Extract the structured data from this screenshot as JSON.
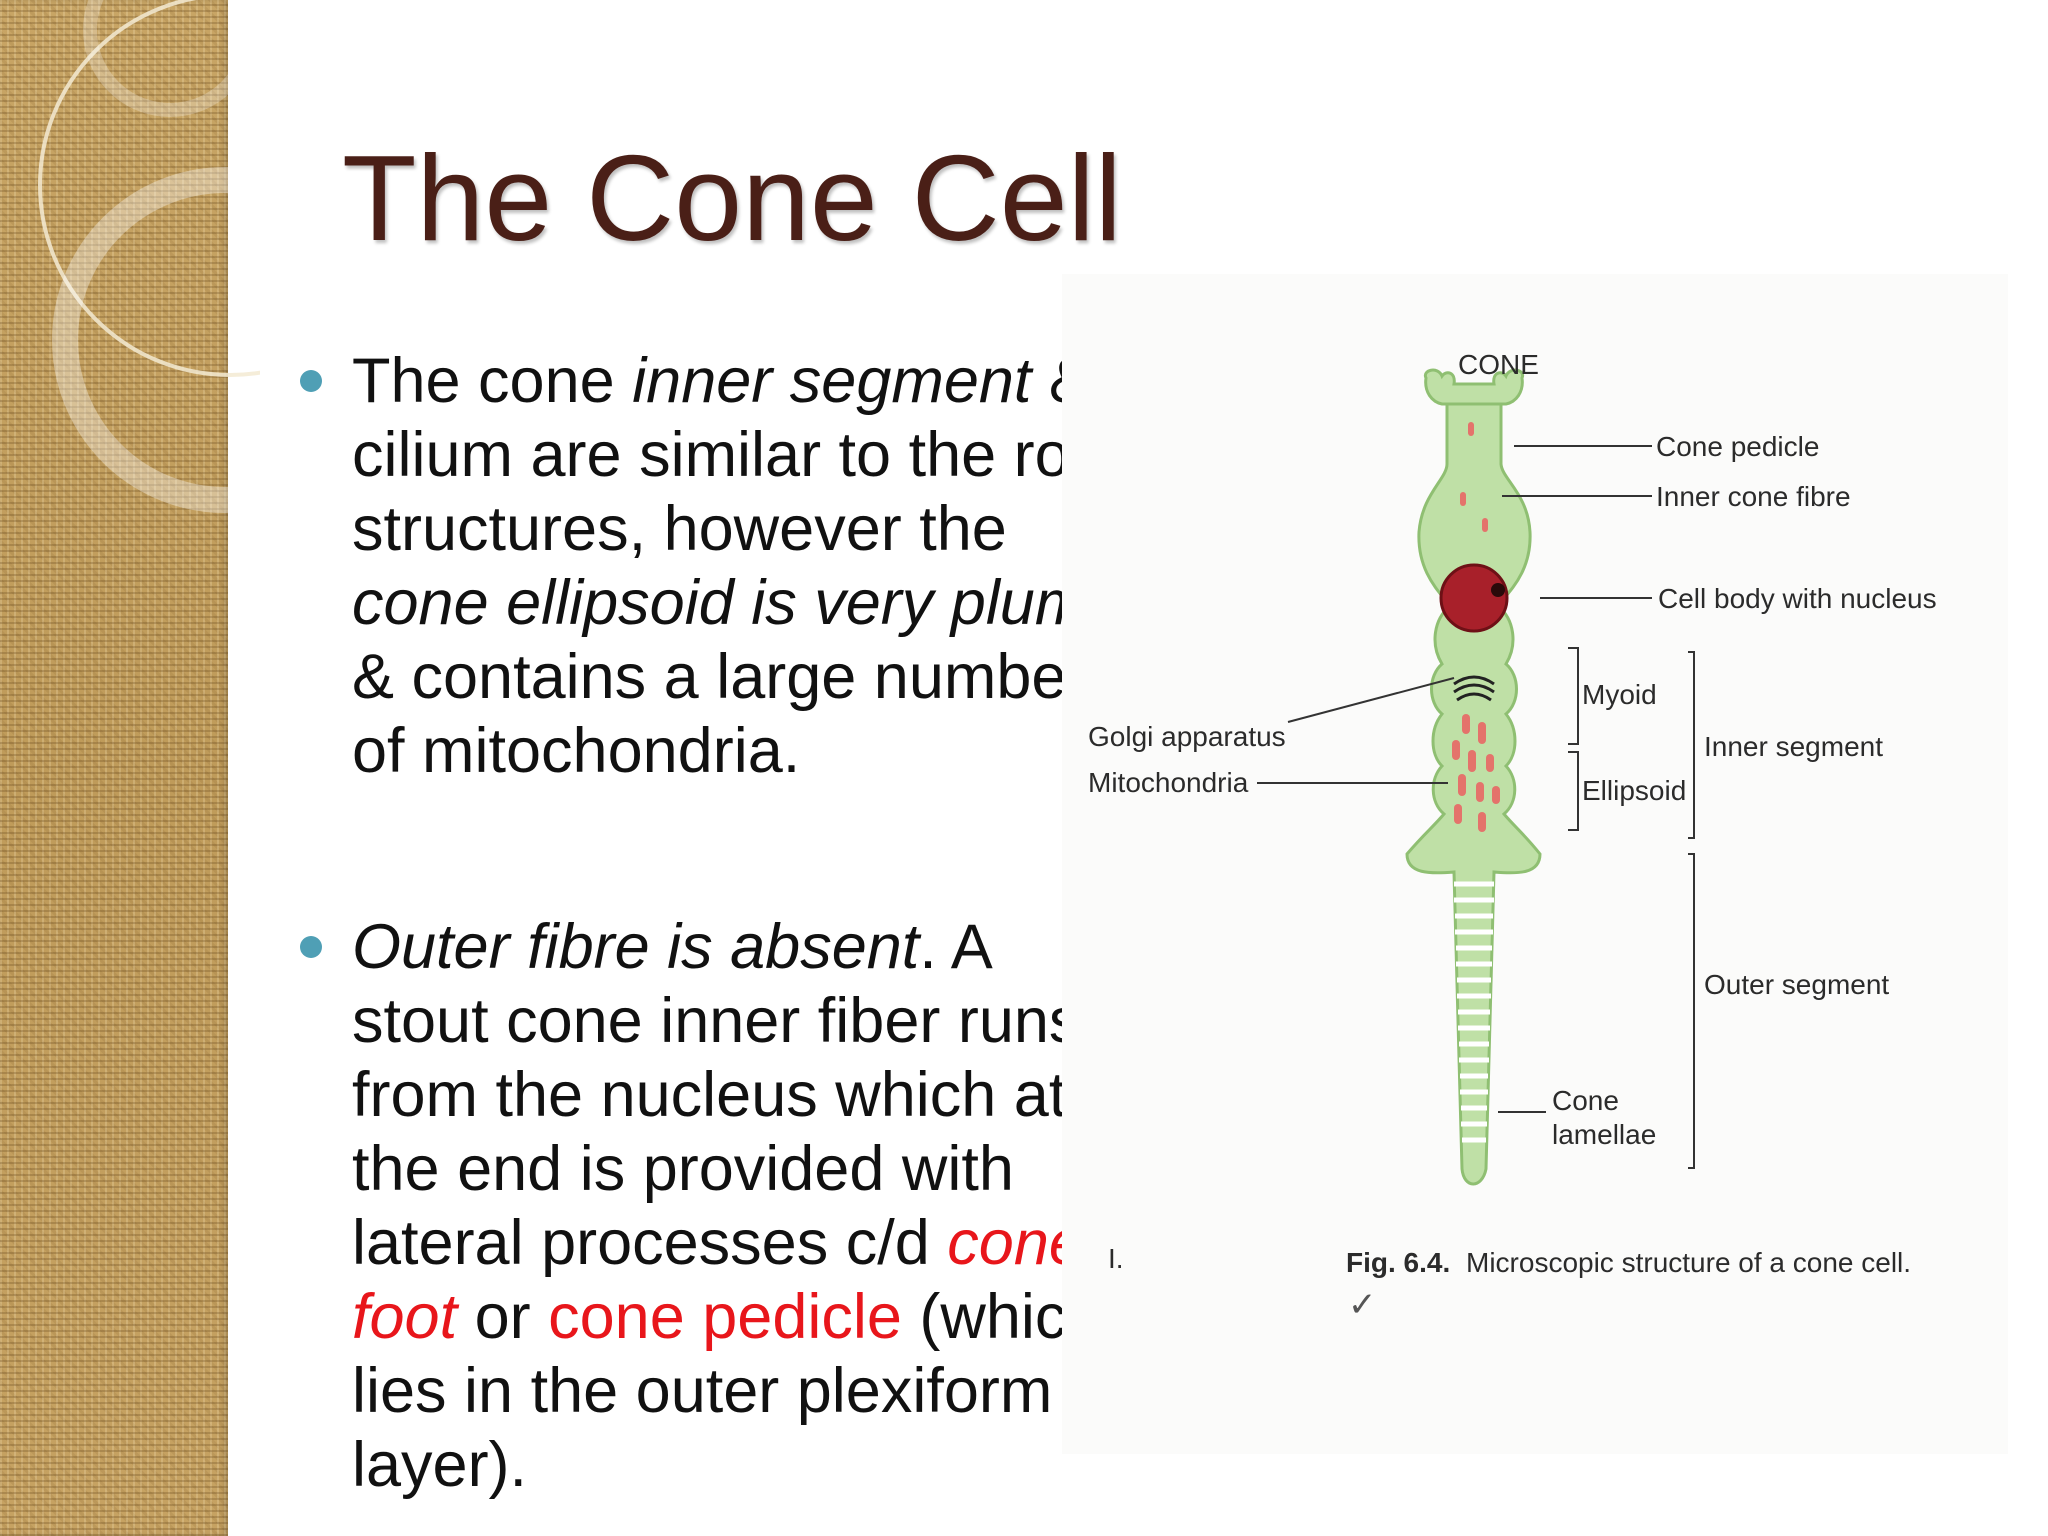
{
  "slide": {
    "title": "The Cone Cell",
    "bullets": [
      {
        "parts": [
          {
            "text": "The cone ",
            "style": "normal"
          },
          {
            "text": "inner segment",
            "style": "italic"
          },
          {
            "text": " & cilium are similar to the rod structures, however the ",
            "style": "normal"
          },
          {
            "text": "cone ellipsoid is very plump",
            "style": "italic"
          },
          {
            "text": " & contains a large number of mitochondria.",
            "style": "normal"
          }
        ]
      },
      {
        "parts": [
          {
            "text": "Outer fibre is absent",
            "style": "italic"
          },
          {
            "text": ". A stout cone inner fiber runs from the nucleus which at the end is provided with lateral processes c/d ",
            "style": "normal"
          },
          {
            "text": "cone foot",
            "style": "red-italic"
          },
          {
            "text": " or ",
            "style": "normal"
          },
          {
            "text": "cone pedicle",
            "style": "red"
          },
          {
            "text": " (which lies in the outer plexiform layer).",
            "style": "normal"
          }
        ]
      }
    ]
  },
  "figure": {
    "heading": "CONE",
    "labels": {
      "cone_pedicle": "Cone pedicle",
      "inner_cone_fibre": "Inner cone fibre",
      "cell_body": "Cell body with nucleus",
      "myoid": "Myoid",
      "ellipsoid": "Ellipsoid",
      "inner_segment": "Inner segment",
      "golgi": "Golgi apparatus",
      "mitochondria": "Mitochondria",
      "outer_segment": "Outer segment",
      "cone_lamellae_1": "Cone",
      "cone_lamellae_2": "lamellae",
      "stray_mark": "I.",
      "check_mark": "✓"
    },
    "caption": {
      "number": "Fig. 6.4.",
      "text": "Microscopic structure of a cone cell."
    },
    "colors": {
      "cell_fill": "#bfe0a6",
      "cell_stroke": "#8fbf72",
      "nucleus": "#a8202a",
      "organelles": "#e4736b",
      "title_color": "#4a1f17",
      "bullet_color": "#4f9fb5",
      "highlight_red": "#e8161b"
    }
  }
}
